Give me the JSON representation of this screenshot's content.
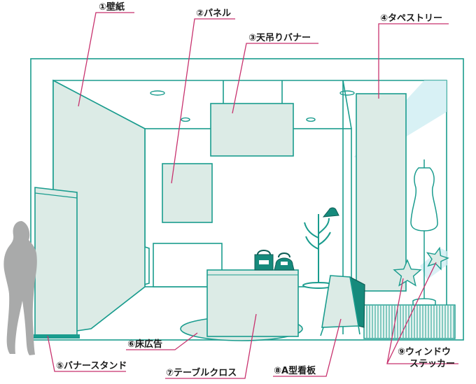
{
  "colors": {
    "line": "#1a9c8e",
    "fill": "#dcebe6",
    "accent": "#168a7c",
    "glass": "#cfeef3",
    "person": "#a9aaaa",
    "leader": "#c8326e",
    "text": "#1a1a1a"
  },
  "labels": {
    "wallpaper": "①壁紙",
    "panel": "②パネル",
    "ceiling_banner": "③天吊りバナー",
    "tapestry": "④タペストリー",
    "banner_stand": "⑤バナースタンド",
    "floor_ad": "⑥床広告",
    "table_cloth": "⑦テーブルクロス",
    "a_board": "⑧A型看板",
    "window_sticker_line1": "⑨ウィンドウ",
    "window_sticker_line2": "ステッカー"
  }
}
